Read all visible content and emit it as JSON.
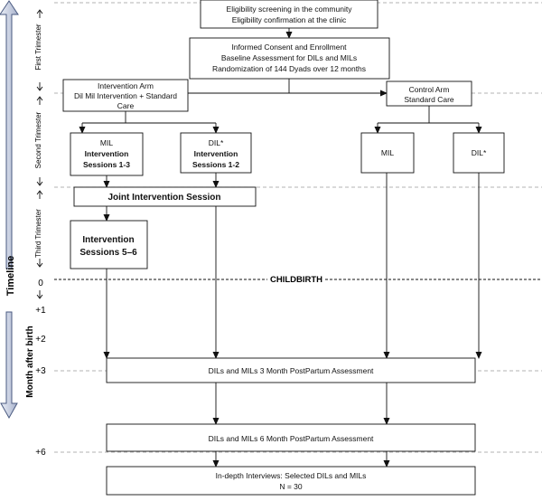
{
  "boxes": {
    "eligibility": [
      "Eligibility screening in the community",
      "Eligibility confirmation at the clinic"
    ],
    "consent": [
      "Informed Consent and Enrollment",
      "Baseline Assessment for DILs and MILs",
      "Randomization of 144 Dyads over 12 months"
    ],
    "intervention_arm": [
      "Intervention Arm",
      "Dil Mil Intervention + Standard",
      "Care"
    ],
    "control_arm": [
      "Control Arm",
      "Standard Care"
    ],
    "mil_int": [
      "MIL",
      "Intervention",
      "Sessions 1-3"
    ],
    "dil_int": [
      "DIL*",
      "Intervention",
      "Sessions 1-2"
    ],
    "mil_ctrl": "MIL",
    "dil_ctrl": "DIL*",
    "joint": "Joint Intervention Session",
    "sessions56": [
      "Intervention",
      "Sessions 5–6"
    ],
    "childbirth": "CHILDBIRTH",
    "assess3": "DILs and MILs 3 Month PostPartum Assessment",
    "assess6": "DILs and MILs 6 Month PostPartum Assessment",
    "interviews": [
      "In-depth Interviews: Selected DILs and MILs",
      "N = 30"
    ]
  },
  "left_axis": {
    "trimesters": [
      "First Trimester",
      "Second Trimester",
      "Third Trimester"
    ],
    "timeline_label": "Timeline",
    "month_label": "Month after birth",
    "months": [
      "0",
      "+1",
      "+2",
      "+3",
      "+6"
    ]
  },
  "colors": {
    "line": "#111111",
    "dash": "#9a9a9a",
    "arrow_fill": "#ffffff",
    "arrow_stroke": "#4a5a80",
    "arrow_grad_light": "#e9edf6",
    "arrow_grad_dark": "#a4afc9"
  }
}
